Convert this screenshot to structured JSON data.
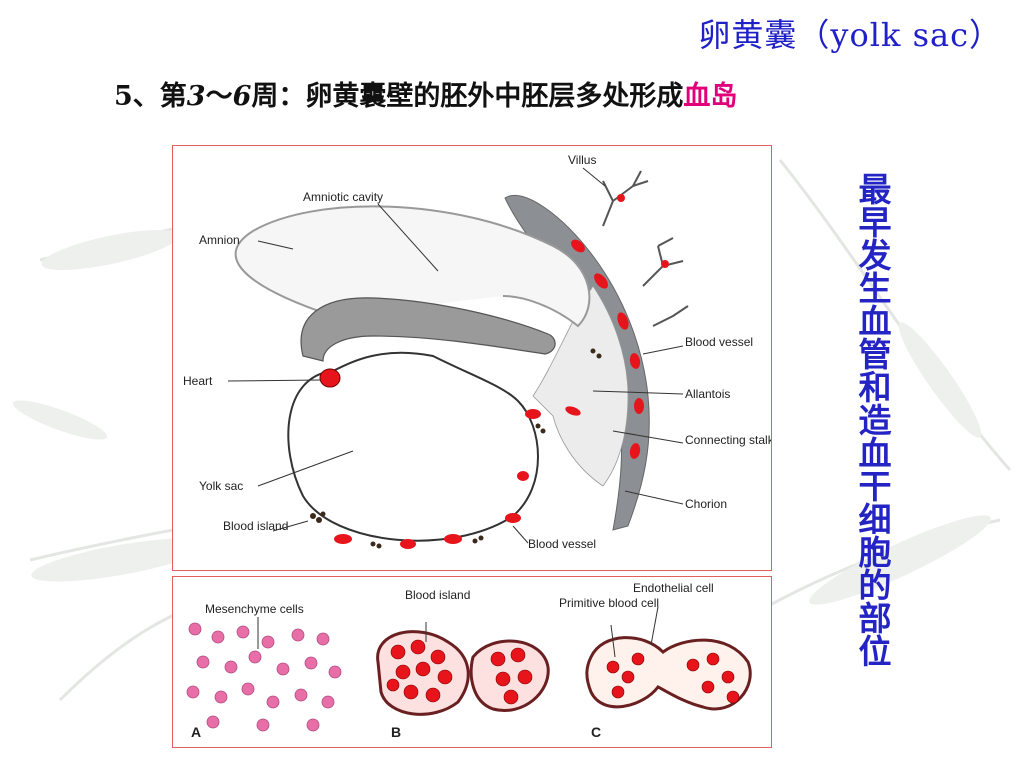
{
  "title": "卵黄囊（yolk sac）",
  "subtitle": {
    "prefix": "5、第",
    "num_start": "3",
    "tilde": "～",
    "num_end": "6",
    "middle": "周：卵黄囊壁的胚外中胚层多处形成",
    "highlight": "血岛"
  },
  "side_note": "最早发生血管和造血干细胞的部位",
  "colors": {
    "title": "#2020c8",
    "highlight": "#e0007a",
    "blood": "#e8141b",
    "chorion": "#8c8f93",
    "border": "#e06060",
    "cell_pink": "#e86ea8"
  },
  "diagram_top": {
    "labels": {
      "villus": "Villus",
      "amniotic_cavity": "Amniotic cavity",
      "amnion": "Amnion",
      "heart": "Heart",
      "blood_vessel_right": "Blood vessel",
      "allantois": "Allantois",
      "connecting_stalk": "Connecting stalk",
      "yolk_sac": "Yolk sac",
      "blood_island": "Blood island",
      "chorion": "Chorion",
      "blood_vessel_bottom": "Blood vessel"
    }
  },
  "diagram_bottom": {
    "labels": {
      "mesenchyme": "Mesenchyme cells",
      "blood_island": "Blood island",
      "primitive_blood_cell": "Primitive blood cell",
      "endothelial_cell": "Endothelial cell",
      "panel_a": "A",
      "panel_b": "B",
      "panel_c": "C"
    }
  }
}
